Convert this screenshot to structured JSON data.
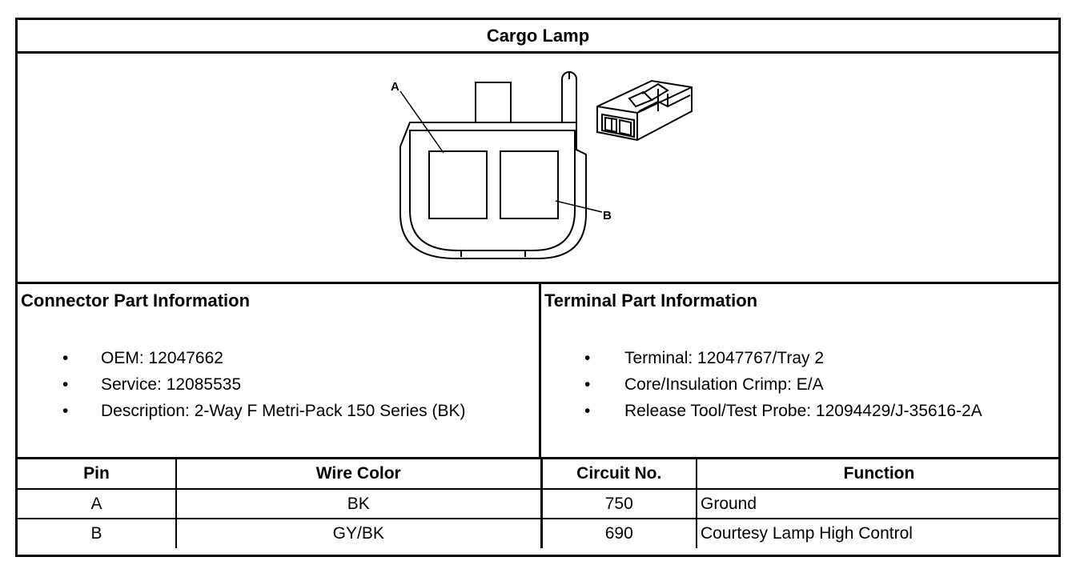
{
  "title": "Cargo Lamp",
  "diagram": {
    "label_a": "A",
    "label_b": "B"
  },
  "connector_info": {
    "heading": "Connector Part Information",
    "items": [
      "OEM: 12047662",
      "Service: 12085535",
      "Description: 2-Way F Metri-Pack 150 Series (BK)"
    ]
  },
  "terminal_info": {
    "heading": "Terminal Part Information",
    "items": [
      "Terminal: 12047767/Tray 2",
      "Core/Insulation Crimp: E/A",
      "Release Tool/Test Probe: 12094429/J-35616-2A"
    ]
  },
  "pin_table": {
    "headers": [
      "Pin",
      "Wire Color",
      "Circuit No.",
      "Function"
    ],
    "rows": [
      [
        "A",
        "BK",
        "750",
        "Ground"
      ],
      [
        "B",
        "GY/BK",
        "690",
        "Courtesy Lamp High Control"
      ]
    ]
  },
  "bullet_symbol": "•"
}
